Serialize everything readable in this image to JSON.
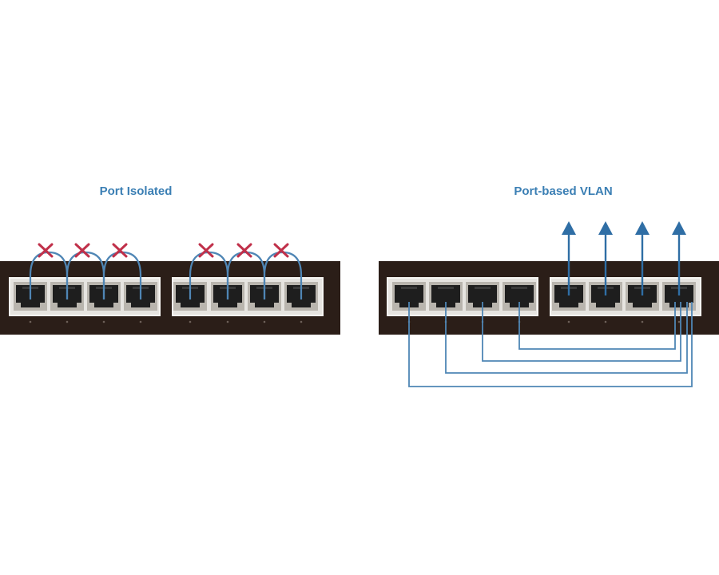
{
  "diagrams": {
    "port_isolated": {
      "title": "Port Isolated",
      "port_count": 8
    },
    "port_based_vlan": {
      "title": "Port-based VLAN",
      "port_count": 8
    }
  },
  "colors": {
    "switch_body": "#2b1e18",
    "port_panel": "#e6e4e0",
    "port_jack": "#1e1e1e",
    "link_line": "#4f86b5",
    "uplink_arrow": "#2f6ea5",
    "blocked_mark": "#c0304a",
    "title": "#3b7fb4"
  },
  "icons": [
    "blocked-x-icon",
    "uplink-arrow-icon",
    "rj45-port-icon"
  ]
}
